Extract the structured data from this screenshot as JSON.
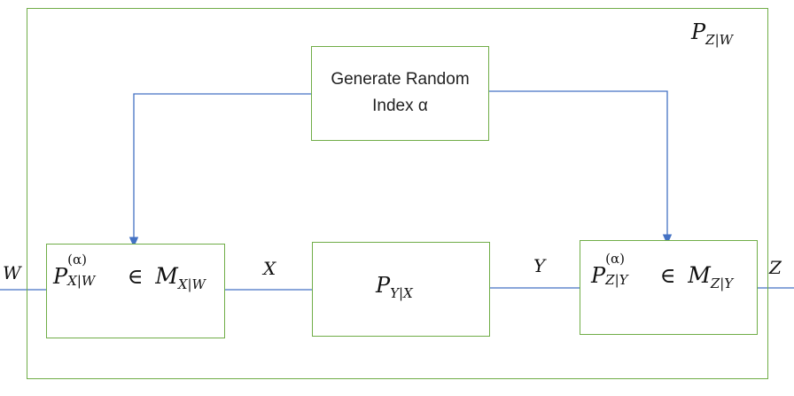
{
  "diagram": {
    "outer_label": "P_{Z|W}",
    "random_box_line1": "Generate Random",
    "random_box_line2": "Index α",
    "channel_box_label": "P_{Y|X}",
    "encoder_label": "P_{X|W}^{(α)} ∈ M_{X|W}",
    "decoder_label": "P_{Z|Y}^{(α)} ∈ M_{Z|Y}",
    "signals": {
      "input": "W",
      "x": "X",
      "y": "Y",
      "output": "Z"
    },
    "colors": {
      "box_border": "#70ad47",
      "random_arrow": "#4472c4",
      "signal_line": "#4472c4"
    }
  }
}
